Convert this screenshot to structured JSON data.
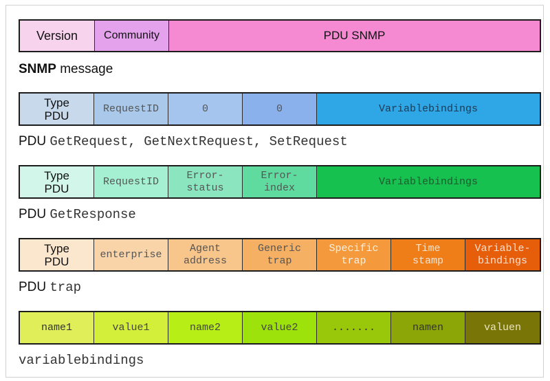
{
  "snmp_message": {
    "cells": [
      "Version",
      "Community",
      "PDU SNMP"
    ],
    "caption_bold": "SNMP",
    "caption_rest": "message"
  },
  "request_pdu": {
    "cells": [
      "Type\nPDU",
      "RequestID",
      "0",
      "0",
      "Variablebindings"
    ],
    "caption_prefix": "PDU",
    "caption_mono": "GetRequest, GetNextRequest, SetRequest"
  },
  "response_pdu": {
    "cells": [
      "Type\nPDU",
      "RequestID",
      "Error-\nstatus",
      "Error-\nindex",
      "Variablebindings"
    ],
    "caption_prefix": "PDU",
    "caption_mono": "GetResponse"
  },
  "trap_pdu": {
    "cells": [
      "Type\nPDU",
      "enterprise",
      "Agent\naddress",
      "Generic\ntrap",
      "Specific\ntrap",
      "Time\nstamp",
      "Variable-\nbindings"
    ],
    "caption_prefix": "PDU",
    "caption_mono": "trap"
  },
  "variablebindings": {
    "cells": [
      "name1",
      "value1",
      "name2",
      "value2",
      ".......",
      "namen",
      "valuen"
    ],
    "caption_mono": "variablebindings"
  },
  "colors": {
    "version": "#f7d3ee",
    "community": "#e3a2eb",
    "pdu_snmp": "#f58ad2",
    "req_type": "#c7d9eb",
    "req_id": "#a9c8ea",
    "req_0a": "#a6c5ee",
    "req_0b": "#8bb1ed",
    "req_vb": "#2fa6e6",
    "resp_type": "#d3f6ea",
    "resp_id": "#a5f0d3",
    "resp_es": "#8be6c0",
    "resp_ei": "#5fdba0",
    "resp_vb": "#16c150",
    "trap_type": "#fbe6ce",
    "trap_ent": "#f8d4a8",
    "trap_agent": "#f8c58a",
    "trap_gen": "#f6b064",
    "trap_spec": "#f49a3c",
    "trap_time": "#ef7d18",
    "trap_vb": "#e65e0a",
    "vb_1": "#e0ee5a",
    "vb_2": "#d3ef3a",
    "vb_3": "#b7ee16",
    "vb_4": "#9ee20c",
    "vb_5": "#98c809",
    "vb_6": "#8ca507",
    "vb_7": "#7a7507"
  }
}
